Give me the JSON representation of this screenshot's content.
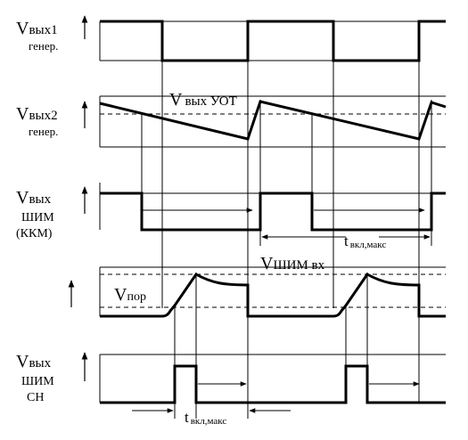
{
  "signals": {
    "gen1": {
      "main": "V",
      "sub": "вых1",
      "line2": "генер."
    },
    "gen2": {
      "main": "V",
      "sub": "вых2",
      "line2": "генер."
    },
    "pwm_kkm": {
      "main": "V",
      "sub": "вых",
      "line2": "ШИМ",
      "line3": "(ККМ)"
    },
    "comp": {
      "label_in_main": "V",
      "label_in_sub": "ШИМ вх",
      "threshold_main": "V",
      "threshold_sub": "пор"
    },
    "pwm_sn": {
      "main": "V",
      "sub": "вых",
      "line2": "ШИМ",
      "line3": "СН"
    }
  },
  "annotations": {
    "uot_main": "V",
    "uot_sub": "вых УОТ",
    "t_main": "t",
    "t_sub": "вкл,макс"
  }
}
